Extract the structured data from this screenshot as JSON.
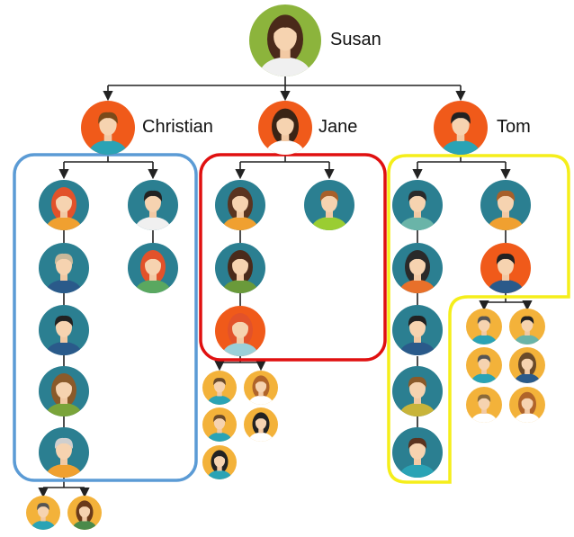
{
  "root": {
    "name": "Susan"
  },
  "children": [
    {
      "name": "Christian",
      "group_color": "#5b9bd5"
    },
    {
      "name": "Jane",
      "group_color": "#e01010"
    },
    {
      "name": "Tom",
      "group_color": "#f5ee1a"
    }
  ],
  "colors": {
    "avatar_teal": "#2b7f91",
    "avatar_orange": "#f05a1a",
    "avatar_yellow": "#f3b23a",
    "avatar_green": "#8cb43c",
    "line": "#222222"
  }
}
